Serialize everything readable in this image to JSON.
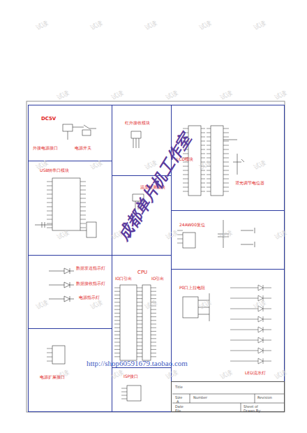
{
  "diagram": {
    "nodes": [
      {
        "text": [
          "DC5V",
          "外接电源接口",
          "电源开关"
        ]
      },
      {
        "text": [
          "红外接收模块"
        ]
      },
      {
        "text": [
          "LCD模块",
          "背光调节电位器"
        ]
      },
      {
        "text": [
          "USB转串口模块"
        ]
      },
      {
        "text": [
          "温度检测模块"
        ]
      },
      {
        "text": [
          "24AW00复位"
        ]
      },
      {
        "text": [
          "数据发送指示灯",
          "数据接收指示灯",
          "电源指示灯"
        ]
      },
      {
        "text": [
          "IO口引出",
          "CPU",
          "IO引出"
        ]
      },
      {
        "text": [
          "P0口上拉电阻",
          "LED流水灯"
        ]
      },
      {
        "text": [
          "电源扩展接口"
        ]
      },
      {
        "text": [
          "ISP接口"
        ]
      },
      {
        "text": [
          "Title",
          "Size",
          "Number",
          "Revision",
          "A",
          "Date",
          "File",
          "Sheet of",
          "Drawn By:"
        ]
      }
    ],
    "labels": [
      "成都单片机工作室",
      "http://shop60591679.taobao.com",
      "试读",
      "试读",
      "试读",
      "试读",
      "试读",
      "试读",
      "试读",
      "试读",
      "试读",
      "试读",
      "试读",
      "试读",
      "试读",
      "试读",
      "试读",
      "试读",
      "试读",
      "试读",
      "试读",
      "试读",
      "试读",
      "试读",
      "试读",
      "试读",
      "试读",
      "试读",
      "试读",
      "试读",
      "试读",
      "试读"
    ]
  }
}
